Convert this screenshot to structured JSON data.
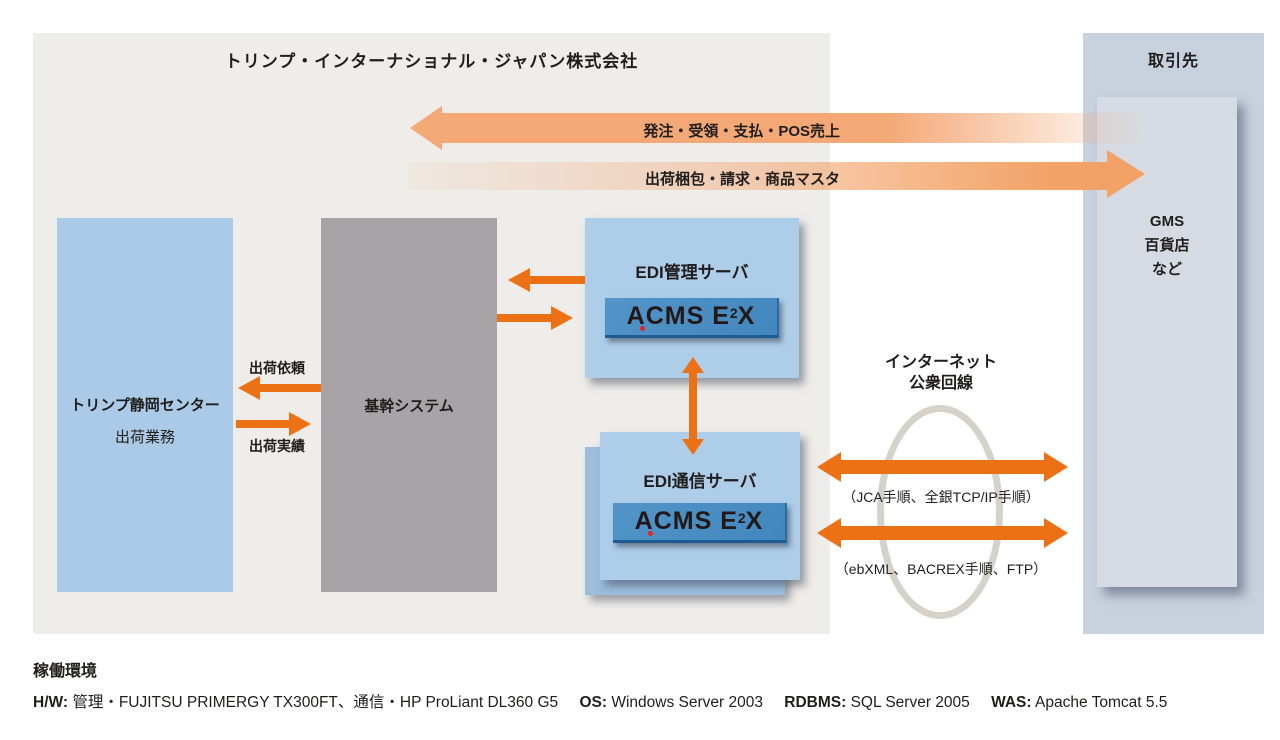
{
  "company": {
    "title": "トリンプ・インターナショナル・ジャパン株式会社"
  },
  "partner": {
    "title": "取引先",
    "inner_lines": [
      "GMS",
      "百貨店",
      "など"
    ]
  },
  "flow_arrows": {
    "to_company_label": "発注・受領・支払・POS売上",
    "to_partner_label": "出荷梱包・請求・商品マスタ"
  },
  "nodes": {
    "shizuoka": {
      "title": "トリンプ静岡センター",
      "subtitle": "出荷業務"
    },
    "core": {
      "title": "基幹システム"
    },
    "edi_mgmt": {
      "title": "EDI管理サーバ"
    },
    "edi_comm": {
      "title": "EDI通信サーバ"
    }
  },
  "acms_logo": {
    "prefix": "A",
    "mid": "CMS E",
    "sup": "2",
    "suffix": "X"
  },
  "labels": {
    "ship_request": "出荷依頼",
    "ship_result": "出荷実績",
    "internet_line1": "インターネット",
    "internet_line2": "公衆回線",
    "protocol1": "（JCA手順、全銀TCP/IP手順）",
    "protocol2": "（ebXML、BACREX手順、FTP）"
  },
  "environment": {
    "heading": "稼働環境",
    "hw_label": "H/W:",
    "hw_value": "管理・FUJITSU PRIMERGY TX300FT、通信・HP ProLiant DL360 G5",
    "os_label": "OS:",
    "os_value": "Windows Server 2003",
    "rdbms_label": "RDBMS:",
    "rdbms_value": "SQL Server 2005",
    "was_label": "WAS:",
    "was_value": "Apache Tomcat 5.5"
  },
  "colors": {
    "orange": "#ec7014",
    "soft-orange": "#f4a876",
    "soft-orange2": "#f2a266",
    "company-bg": "#eeedea",
    "partner-bg": "#c8d1de",
    "gms-bg": "#d6dbe3",
    "blue-box": "#aacae7",
    "gray-box": "#a8a3a6",
    "edi-box": "#aecde9",
    "edi-back": "#9cbedd",
    "badge-blue": "#4389c0",
    "badge-edge": "#1d5c92",
    "red-dot": "#e8251d",
    "ellipse": "#d5d2c9"
  }
}
